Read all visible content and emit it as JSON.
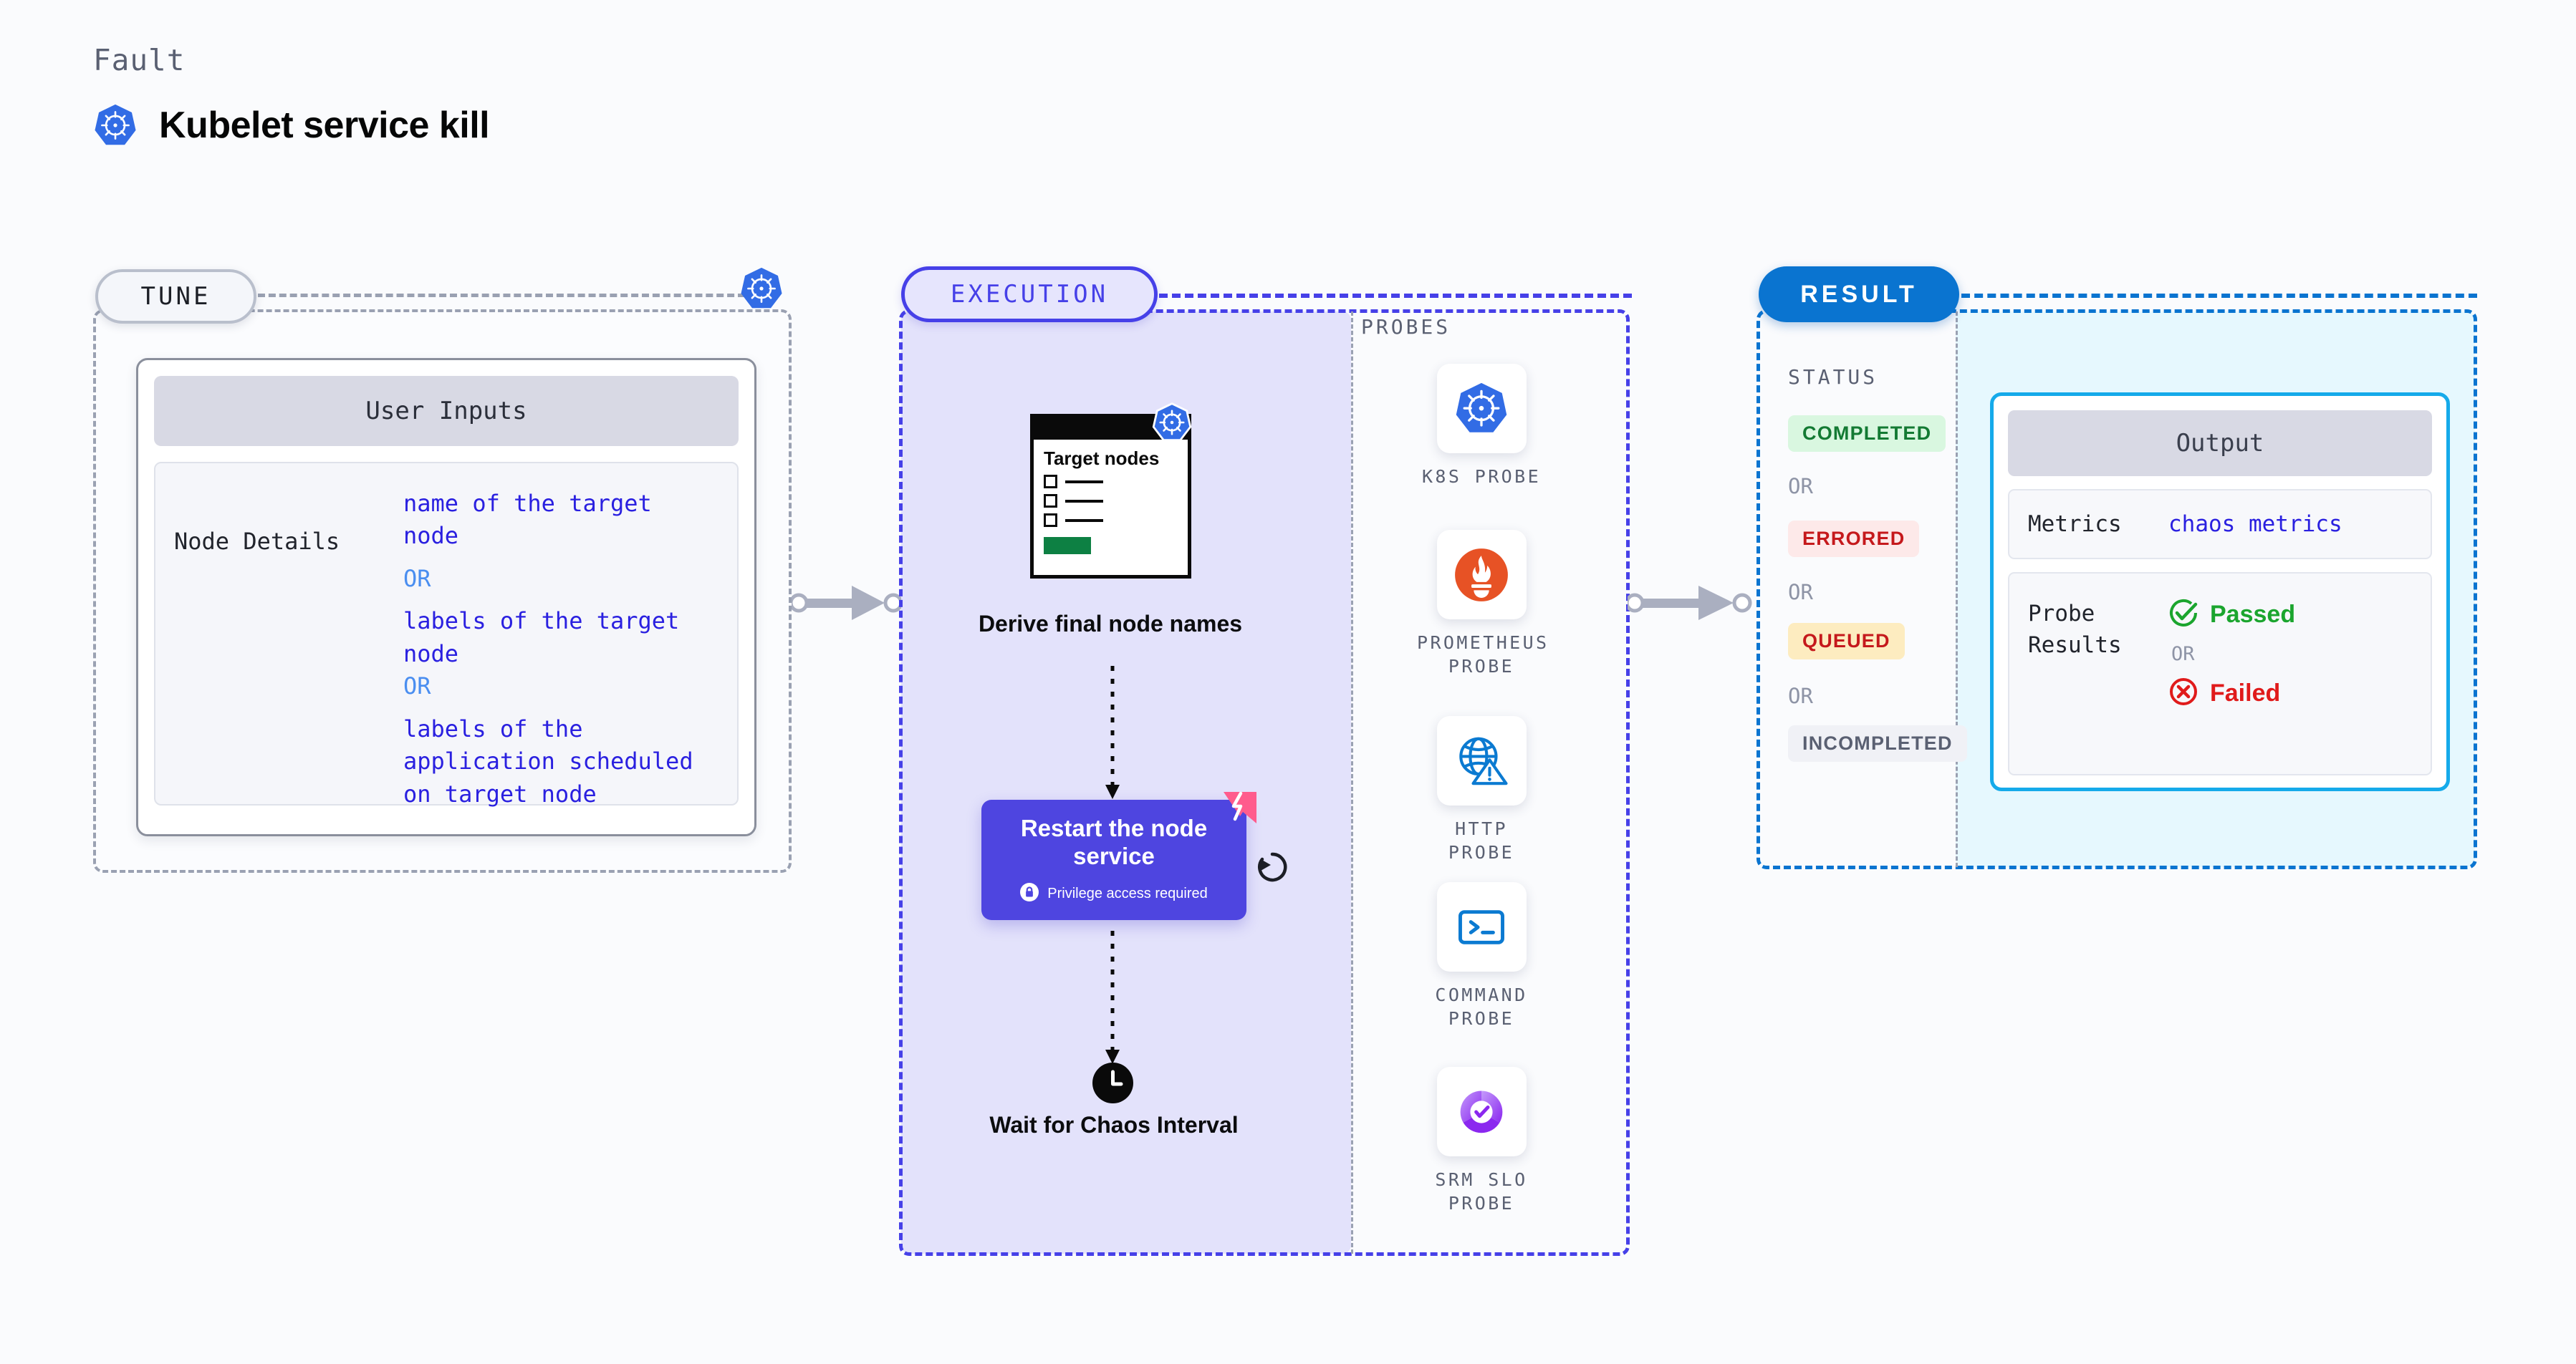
{
  "header": {
    "eyebrow": "Fault",
    "title": "Kubelet service kill",
    "logo_icon": "kubernetes-icon"
  },
  "tune": {
    "pill_label": "TUNE",
    "logo_icon": "kubernetes-icon",
    "user_inputs_title": "User Inputs",
    "node_details_label": "Node Details",
    "node_details_values": [
      "name of the target node",
      "OR",
      "labels of the target node",
      "OR",
      "labels of the application scheduled on target node"
    ]
  },
  "execution": {
    "pill_label": "EXECUTION",
    "target_card": {
      "title": "Target nodes",
      "logo_icon": "kubernetes-icon",
      "checkbox_rows": 3
    },
    "derive_label": "Derive final node names",
    "restart": {
      "title": "Restart the node service",
      "privilege_note": "Privilege access required",
      "lock_icon": "lock-icon",
      "chaos_marker_icon": "harness-chaos-icon",
      "loop_icon": "refresh-loop-icon"
    },
    "wait": {
      "clock_icon": "clock-icon",
      "label": "Wait for Chaos Interval"
    }
  },
  "probes": {
    "section_label": "PROBES",
    "items": [
      {
        "name": "K8S PROBE",
        "icon": "kubernetes-icon"
      },
      {
        "name": "PROMETHEUS PROBE",
        "icon": "prometheus-icon"
      },
      {
        "name": "HTTP PROBE",
        "icon": "globe-warning-icon"
      },
      {
        "name": "COMMAND PROBE",
        "icon": "terminal-icon"
      },
      {
        "name": "SRM SLO PROBE",
        "icon": "srm-slo-donut-icon"
      }
    ]
  },
  "result": {
    "pill_label": "RESULT",
    "status_label": "STATUS",
    "or_label": "OR",
    "statuses": [
      {
        "label": "COMPLETED",
        "color": "#137a33",
        "bg": "#d9f7e0"
      },
      {
        "label": "ERRORED",
        "color": "#c5191c",
        "bg": "#fde9e9"
      },
      {
        "label": "QUEUED",
        "color": "#c5191c",
        "bg": "#fdecc0"
      },
      {
        "label": "INCOMPLETED",
        "color": "#5a6072",
        "bg": "#f0f1f6"
      }
    ],
    "output": {
      "title": "Output",
      "metrics_label": "Metrics",
      "metrics_value": "chaos metrics",
      "probe_results_label": "Probe Results",
      "passed_label": "Passed",
      "failed_label": "Failed",
      "or_label": "OR",
      "passed_icon": "check-circle-icon",
      "failed_icon": "x-circle-icon"
    }
  },
  "colors": {
    "kubernetes_blue": "#326ce5",
    "execution_purple": "#4640e8",
    "result_blue": "#0a74d0",
    "output_cyan": "#15aaea",
    "pass_green": "#1ba52e",
    "fail_red": "#e01b1b",
    "chaos_pink": "#ff5c8d"
  }
}
